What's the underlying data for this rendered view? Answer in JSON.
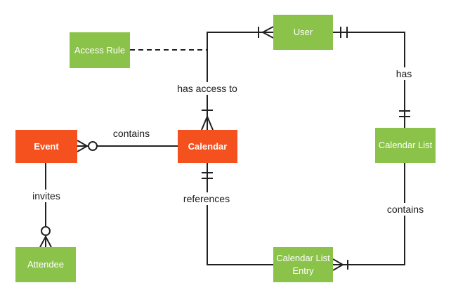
{
  "diagram": {
    "type": "entity-relationship",
    "background": "#ffffff",
    "colors": {
      "entity_orange": "#f4511e",
      "entity_green": "#8bc34a",
      "entity_text": "#ffffff",
      "connector": "#212121",
      "label_text": "#1a1a1a"
    },
    "entities": [
      {
        "id": "event",
        "label": "Event",
        "color": "#f4511e"
      },
      {
        "id": "calendar",
        "label": "Calendar",
        "color": "#f4511e"
      },
      {
        "id": "user",
        "label": "User",
        "color": "#8bc34a"
      },
      {
        "id": "access-rule",
        "label": "Access Rule",
        "color": "#8bc34a"
      },
      {
        "id": "calendar-list",
        "label": "Calendar List",
        "color": "#8bc34a"
      },
      {
        "id": "attendee",
        "label": "Attendee",
        "color": "#8bc34a"
      },
      {
        "id": "calendar-list-entry",
        "label": "Calendar List Entry",
        "color": "#8bc34a"
      }
    ],
    "relationships": [
      {
        "label": "contains",
        "from": "Event",
        "to": "Calendar",
        "from_cardinality": "zero-or-many",
        "to_cardinality": "unspecified",
        "style": "solid"
      },
      {
        "label": "has access to",
        "from": "Calendar",
        "to": "User",
        "from_cardinality": "one-or-many",
        "to_cardinality": "one-or-many",
        "style": "solid"
      },
      {
        "label": "has",
        "from": "User",
        "to": "Calendar List",
        "from_cardinality": "exactly-one",
        "to_cardinality": "exactly-one",
        "style": "solid"
      },
      {
        "label": "invites",
        "from": "Event",
        "to": "Attendee",
        "from_cardinality": "unspecified",
        "to_cardinality": "zero-or-many",
        "style": "solid"
      },
      {
        "label": "references",
        "from": "Calendar",
        "to": "Calendar List Entry",
        "from_cardinality": "exactly-one",
        "to_cardinality": "unspecified",
        "style": "solid"
      },
      {
        "label": "contains",
        "from": "Calendar List",
        "to": "Calendar List Entry",
        "from_cardinality": "unspecified",
        "to_cardinality": "one-or-many",
        "style": "solid"
      },
      {
        "label": "",
        "from": "Access Rule",
        "to": "Calendar-User relationship line",
        "from_cardinality": "unspecified",
        "to_cardinality": "unspecified",
        "style": "dashed"
      }
    ]
  }
}
